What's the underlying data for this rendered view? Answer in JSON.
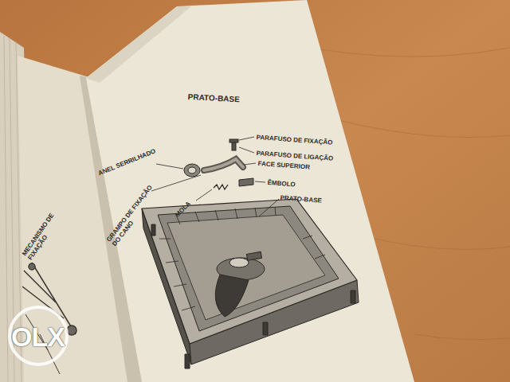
{
  "diagram": {
    "title": "PRATO-BASE",
    "labels": [
      "PARAFUSO DE FIXAÇÃO",
      "PARAFUSO DE LIGAÇÃO",
      "FACE SUPERIOR",
      "ÊMBOLO",
      "PRATO-BASE",
      "ANEL SERRILHADO",
      "GRAMPO DE FIXAÇÃO DO CANO",
      "MOLA",
      "MECANISMO DE FIXAÇÃO",
      "OLX"
    ]
  }
}
